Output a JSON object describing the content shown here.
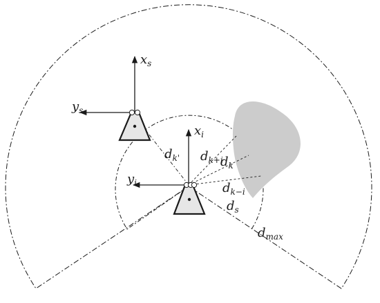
{
  "colors": {
    "stroke": "#1a1a1a",
    "obstacle": "#cccccc",
    "robot_fill": "#e6e6e6"
  },
  "labels": {
    "xs": {
      "main": "x",
      "sub": "s"
    },
    "ys": {
      "main": "y",
      "sub": "s"
    },
    "xi": {
      "main": "x",
      "sub": "i"
    },
    "yi": {
      "main": "y",
      "sub": "i"
    },
    "dk_prime": {
      "main": "d",
      "sub": "k'"
    },
    "dk_plus": {
      "main": "d",
      "sub": "k+i"
    },
    "dk": {
      "main": "d",
      "sub": "k"
    },
    "dk_minus": {
      "main": "d",
      "sub": "k−i"
    },
    "ds": {
      "main": "d",
      "sub": "s"
    },
    "dmax": {
      "main": "d",
      "sub": "max"
    }
  }
}
